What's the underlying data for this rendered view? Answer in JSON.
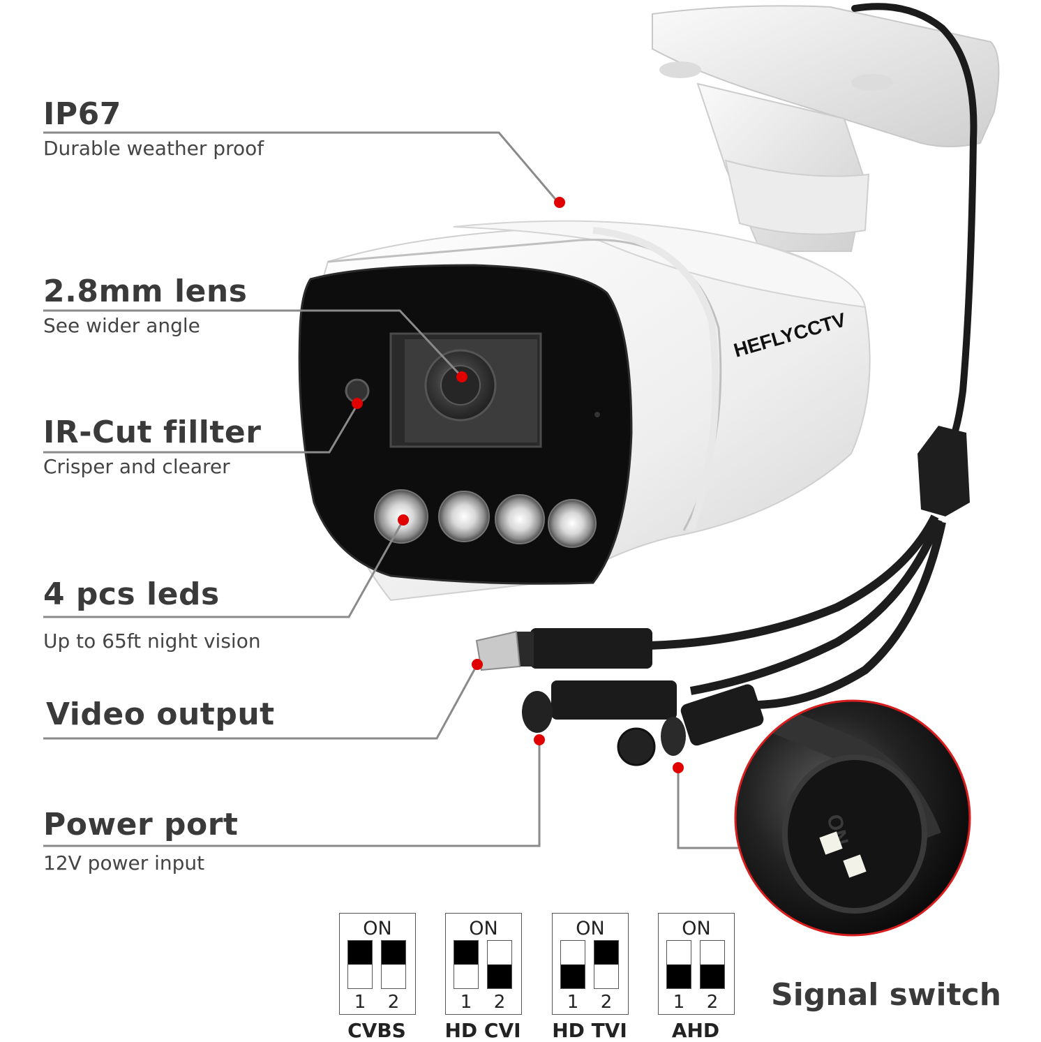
{
  "brand": "HEFLYCCTV",
  "features": [
    {
      "title": "IP67",
      "subtitle": "Durable weather proof"
    },
    {
      "title": "2.8mm lens",
      "subtitle": "See wider angle"
    },
    {
      "title": "IR-Cut fillter",
      "subtitle": "Crisper and clearer"
    },
    {
      "title": "4 pcs leds",
      "subtitle": "Up to 65ft night vision"
    },
    {
      "title": "Video output",
      "subtitle": ""
    },
    {
      "title": "Power port",
      "subtitle": "12V power input"
    }
  ],
  "signal_switch": {
    "label": "Signal switch",
    "switch_text": "ON",
    "modes": [
      {
        "name": "CVBS",
        "on_label": "ON",
        "pin1": "1",
        "pin2": "2",
        "switch1": "on",
        "switch2": "on"
      },
      {
        "name": "HD CVI",
        "on_label": "ON",
        "pin1": "1",
        "pin2": "2",
        "switch1": "on",
        "switch2": "off"
      },
      {
        "name": "HD TVI",
        "on_label": "ON",
        "pin1": "1",
        "pin2": "2",
        "switch1": "off",
        "switch2": "on"
      },
      {
        "name": "AHD",
        "on_label": "ON",
        "pin1": "1",
        "pin2": "2",
        "switch1": "off",
        "switch2": "off"
      }
    ]
  },
  "colors": {
    "callout_dot": "#e00000",
    "leader_line": "#8a8a8a",
    "camera_body": "#f4f4f4",
    "camera_face": "#111111"
  }
}
